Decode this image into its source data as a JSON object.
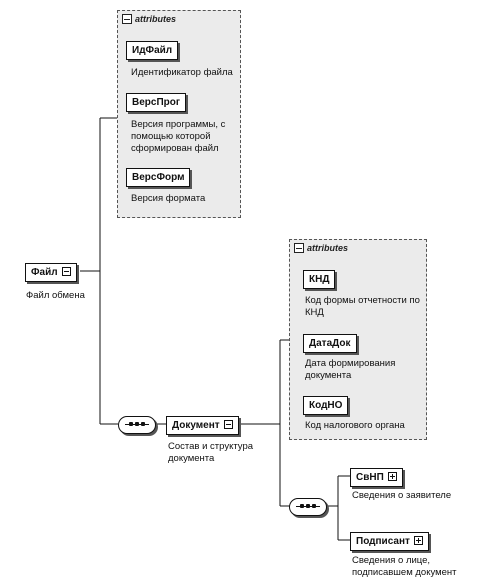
{
  "root": {
    "name": "Файл",
    "description": "Файл обмена"
  },
  "root_attributes": {
    "header": "attributes",
    "items": [
      {
        "name": "ИдФайл",
        "description": "Идентификатор файла"
      },
      {
        "name": "ВерсПрог",
        "description": "Версия программы, с помощью которой сформирован файл",
        "lines": [
          "Версия программы, с",
          "помощью которой",
          "сформирован файл"
        ]
      },
      {
        "name": "ВерсФорм",
        "description": "Версия формата"
      }
    ]
  },
  "document": {
    "name": "Документ",
    "description_lines": [
      "Состав и структура",
      "документа"
    ]
  },
  "document_attributes": {
    "header": "attributes",
    "items": [
      {
        "name": "КНД",
        "lines": [
          "Код формы отчетности по",
          "КНД"
        ]
      },
      {
        "name": "ДатаДок",
        "lines": [
          "Дата формирования",
          "документа"
        ]
      },
      {
        "name": "КодНО",
        "lines": [
          "Код налогового органа"
        ]
      }
    ]
  },
  "document_children": [
    {
      "name": "СвНП",
      "lines": [
        "Сведения о заявителе"
      ]
    },
    {
      "name": "Подписант",
      "lines": [
        "Сведения о лице,",
        "подписавшем документ"
      ]
    }
  ]
}
